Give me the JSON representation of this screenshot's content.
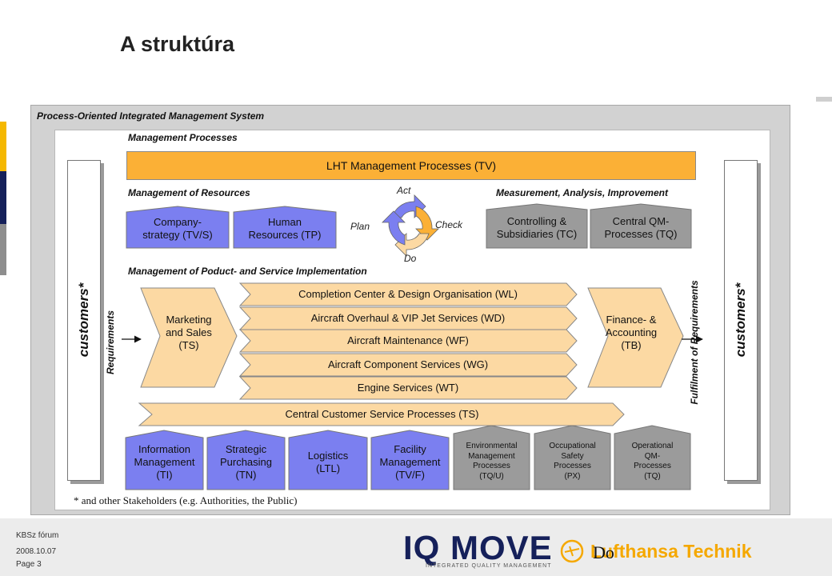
{
  "slide": {
    "title": "A struktúra",
    "footer": [
      "KBSz fórum",
      "2008.10.07",
      "Page 3"
    ],
    "footnote": "* and other Stakeholders (e.g. Authorities, the Public)",
    "logo_iq": "IQ MOVE",
    "logo_iq_sub": "INTEGRATED QUALITY MANAGEMENT",
    "logo_lh": "Lufthansa Technik",
    "overlay_text": "Do"
  },
  "diagram": {
    "frame_title": "Process-Oriented Integrated Management System",
    "management_processes": "Management Processes",
    "lht_bar": "LHT Management Processes (TV)",
    "mgmt_resources": "Management of Resources",
    "measurement": "Measurement, Analysis, Improvement",
    "product_service": "Management of Poduct- and Service Implementation",
    "customers_left": "customers*",
    "customers_right": "customers*",
    "requirements": "Requirements",
    "fulfilment": "Fulfilment of Requirements",
    "pdca": {
      "act": "Act",
      "plan": "Plan",
      "check": "Check",
      "do": "Do"
    },
    "resources": [
      {
        "lines": [
          "Company-",
          "strategy (TV/S)"
        ]
      },
      {
        "lines": [
          "Human",
          "Resources (TP)"
        ]
      }
    ],
    "measurement_boxes": [
      {
        "lines": [
          "Controlling &",
          "Subsidiaries (TC)"
        ]
      },
      {
        "lines": [
          "Central QM-",
          "Processes (TQ)"
        ]
      }
    ],
    "marketing": [
      "Marketing",
      "and Sales",
      "(TS)"
    ],
    "finance": [
      "Finance- &",
      "Accounting",
      "(TB)"
    ],
    "product_arrows": [
      "Completion Center & Design Organisation (WL)",
      "Aircraft Overhaul & VIP Jet Services (WD)",
      "Aircraft Maintenance (WF)",
      "Aircraft Component Services (WG)",
      "Engine Services (WT)"
    ],
    "central_customer": "Central Customer Service Processes (TS)",
    "support": [
      {
        "lines": [
          "Information",
          "Management",
          "(TI)"
        ]
      },
      {
        "lines": [
          "Strategic",
          "Purchasing",
          "(TN)"
        ]
      },
      {
        "lines": [
          "Logistics",
          "(LTL)"
        ]
      },
      {
        "lines": [
          "Facility",
          "Management",
          "(TV/F)"
        ]
      }
    ],
    "support_gray": [
      {
        "lines": [
          "Environmental",
          "Management",
          "Processes",
          "(TQ/U)"
        ]
      },
      {
        "lines": [
          "Occupational",
          "Safety",
          "Processes",
          "(PX)"
        ]
      },
      {
        "lines": [
          "Operational",
          "QM-",
          "Processes",
          "(TQ)"
        ]
      }
    ],
    "colors": {
      "orange": "#fbb036",
      "peach": "#fcd9a3",
      "blue_purple": "#7b7ff0",
      "gray_box": "#9b9b9b",
      "navy": "#15205a",
      "yellow": "#f5b800"
    }
  }
}
